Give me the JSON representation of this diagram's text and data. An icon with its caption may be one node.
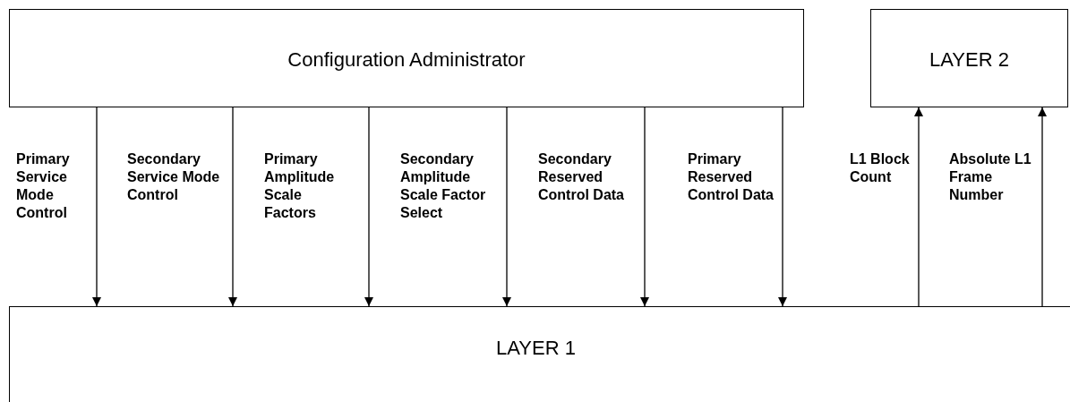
{
  "diagram": {
    "nodes": [
      {
        "text": [
          "Configuration Administrator"
        ]
      },
      {
        "text": [
          "LAYER 2"
        ]
      },
      {
        "text": [
          "LAYER 1"
        ]
      }
    ],
    "edges": [
      {
        "from": 0,
        "to": 2,
        "arrow": "to",
        "label": "Primary Service Mode Control"
      },
      {
        "from": 0,
        "to": 2,
        "arrow": "to",
        "label": "Secondary Service Mode Control"
      },
      {
        "from": 0,
        "to": 2,
        "arrow": "to",
        "label": "Primary Amplitude Scale Factors"
      },
      {
        "from": 0,
        "to": 2,
        "arrow": "to",
        "label": "Secondary Amplitude Scale Factor Select"
      },
      {
        "from": 0,
        "to": 2,
        "arrow": "to",
        "label": "Secondary Reserved Control Data"
      },
      {
        "from": 0,
        "to": 2,
        "arrow": "to",
        "label": "Primary Reserved Control Data"
      },
      {
        "from": 2,
        "to": 1,
        "arrow": "to",
        "label": "L1 Block Count"
      },
      {
        "from": 2,
        "to": 1,
        "arrow": "to",
        "label": "Absolute L1 Frame Number"
      }
    ]
  }
}
